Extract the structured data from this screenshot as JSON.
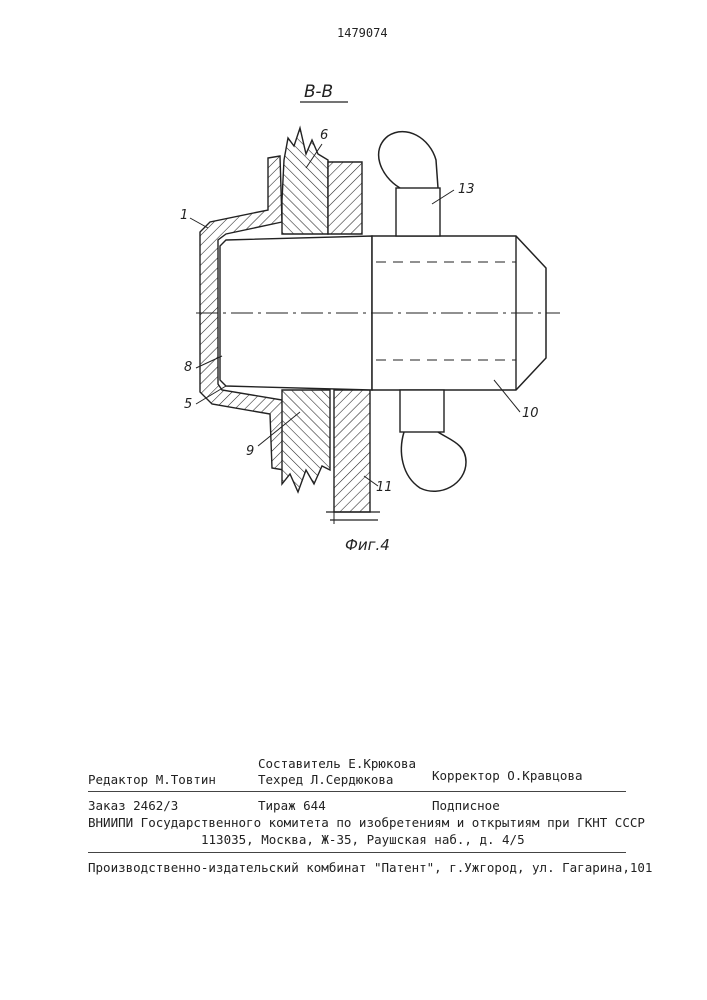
{
  "header": {
    "patent_number": "1479074"
  },
  "figure": {
    "section_label": "B-B",
    "caption": "Фиг.4",
    "callouts": {
      "c1": "1",
      "c5": "5",
      "c6": "6",
      "c8": "8",
      "c9": "9",
      "c10": "10",
      "c11": "11",
      "c13": "13"
    }
  },
  "imprint": {
    "composer": "Составитель Е.Крюкова",
    "editor": "Редактор М.Товтин",
    "tech_editor": "Техред Л.Сердюкова",
    "corrector": "Корректор О.Кравцова",
    "order": "Заказ 2462/3",
    "circulation": "Тираж 644",
    "subscription": "Подписное",
    "institute_line": "ВНИИПИ Государственного комитета по изобретениям и открытиям при ГКНТ СССР",
    "address_line": "113035, Москва, Ж-35, Раушская наб., д. 4/5",
    "publisher_line": "Производственно-издательский комбинат \"Патент\", г.Ужгород, ул. Гагарина,101"
  }
}
